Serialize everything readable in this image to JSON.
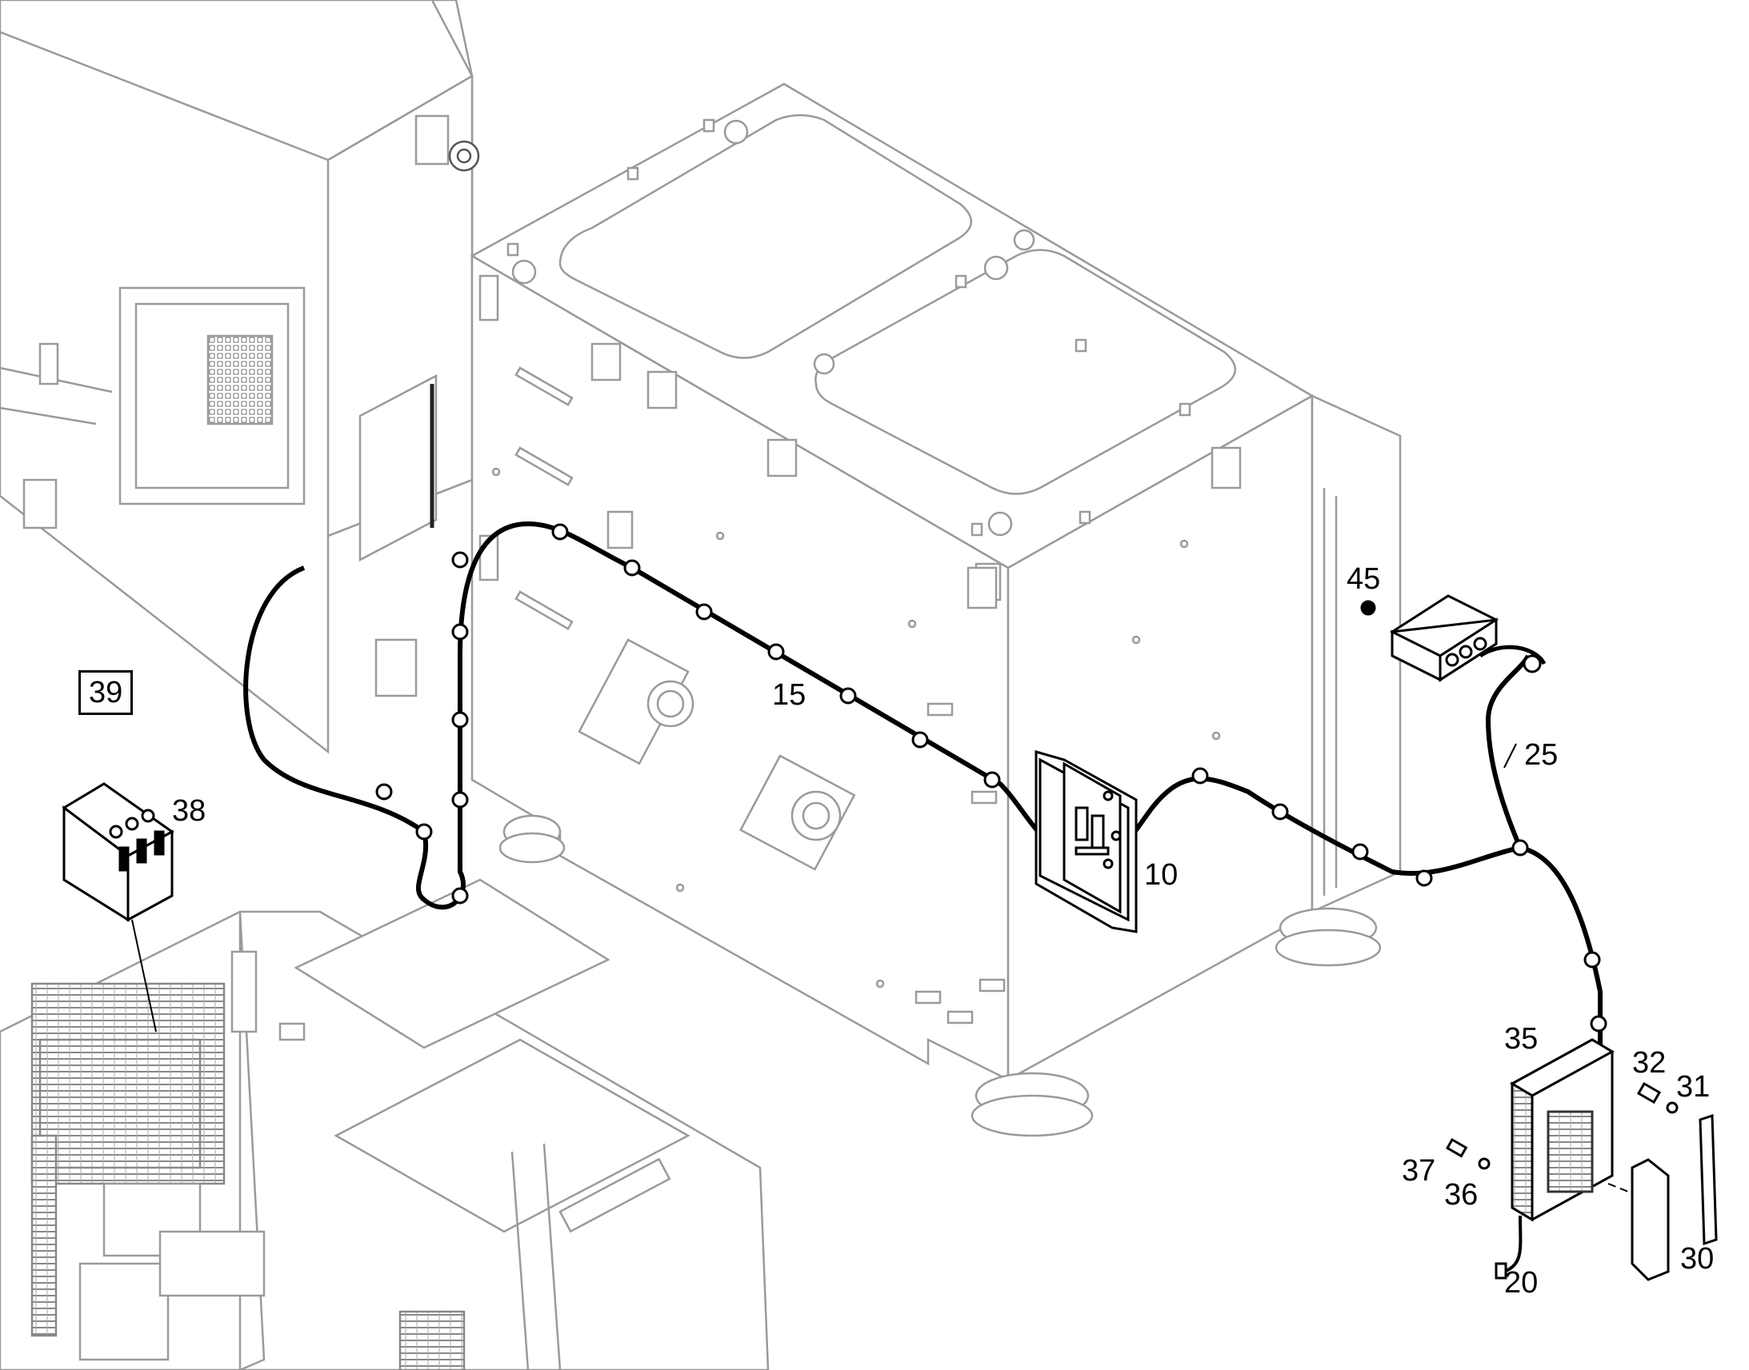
{
  "callouts": {
    "c10": "10",
    "c15": "15",
    "c20": "20",
    "c25": "25",
    "c30": "30",
    "c31": "31",
    "c32": "32",
    "c35": "35",
    "c36": "36",
    "c37": "37",
    "c38": "38",
    "c39": "39",
    "c45": "45"
  },
  "colors": {
    "ink": "#000000",
    "machine": "#9a9a9a",
    "paper": "#ffffff"
  }
}
